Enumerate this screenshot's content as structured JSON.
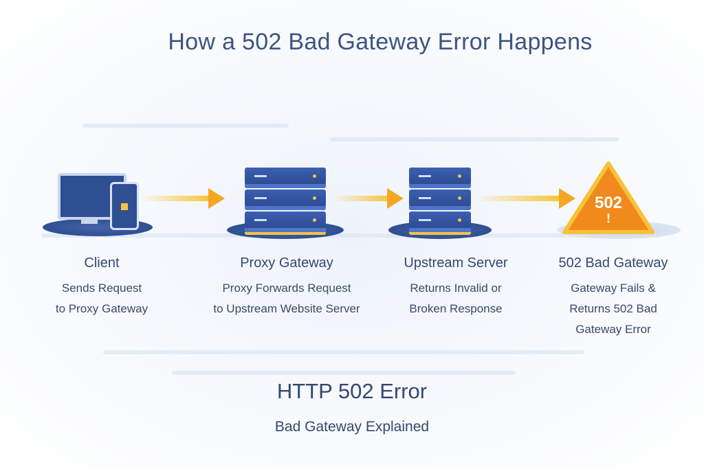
{
  "title": "How a 502 Bad Gateway Error Happens",
  "steps": [
    {
      "heading": "Client",
      "lines": [
        "Sends Request",
        "to Proxy Gateway"
      ],
      "icon": "client-computer-icon"
    },
    {
      "heading": "Proxy Gateway",
      "lines": [
        "Proxy Forwards Request",
        "to Upstream Website Server"
      ],
      "icon": "proxy-server-icon"
    },
    {
      "heading": "Upstream Server",
      "lines": [
        "Returns Invalid or",
        "Broken Response"
      ],
      "icon": "upstream-server-icon"
    },
    {
      "heading": "502 Bad Gateway",
      "lines": [
        "Gateway Fails &",
        "Returns 502 Bad",
        "Gateway Error"
      ],
      "icon": "warning-triangle-icon"
    }
  ],
  "warning_code": "502",
  "warning_mark": "!",
  "footer": {
    "title": "HTTP 502 Error",
    "subtitle": "Bad Gateway Explained"
  },
  "colors": {
    "primary": "#3d5480",
    "server": "#2f4f93",
    "accent": "#f5a623",
    "warning": "#f08a1c"
  }
}
